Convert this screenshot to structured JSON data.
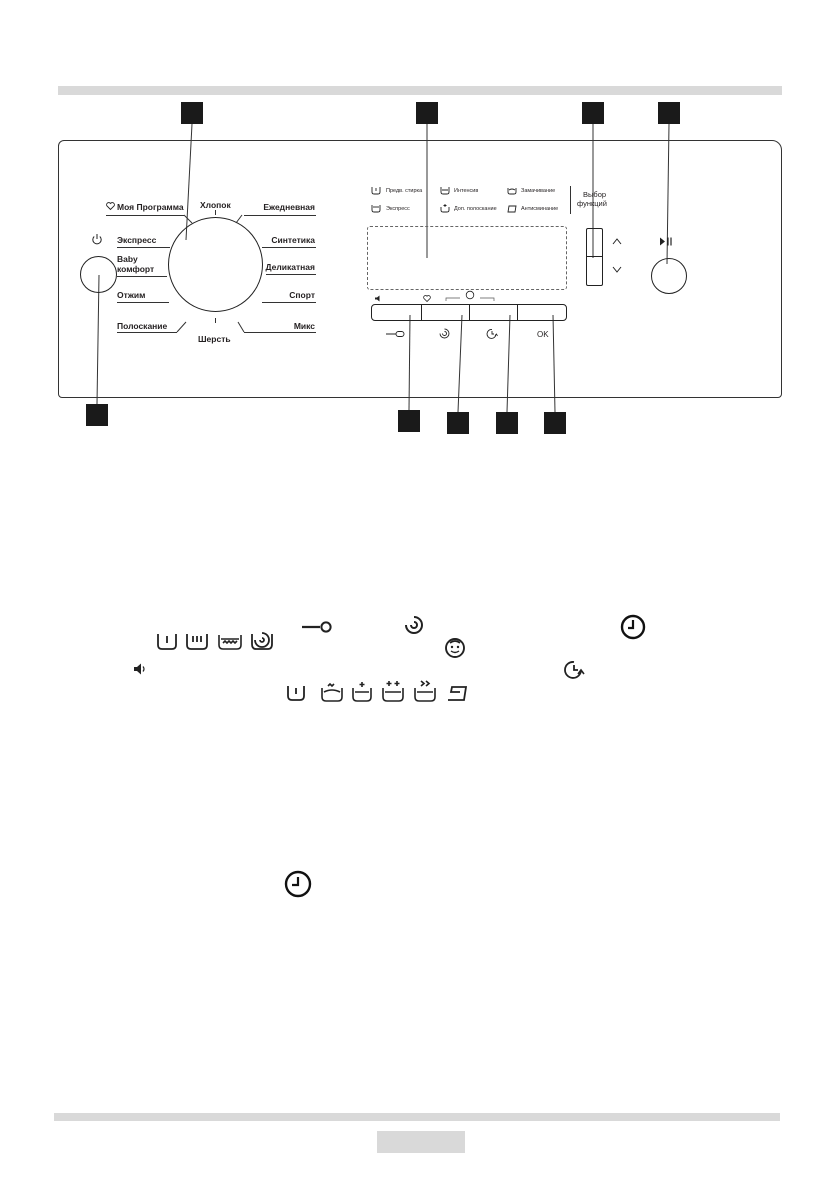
{
  "dial": {
    "left_items": [
      "Моя Программа",
      "Экспресс",
      "Baby комфорт",
      "Отжим",
      "Полоскание"
    ],
    "top_item": "Хлопок",
    "bottom_item": "Шерсть",
    "right_items": [
      "Ежедневная",
      "Синтетика",
      "Деликатная",
      "Спорт",
      "Микс"
    ]
  },
  "baby_line1": "Baby",
  "baby_line2": "комфорт",
  "options_legend": {
    "col1": [
      "Предв. стирка",
      "Экспресс"
    ],
    "col2": [
      "Интенсив",
      "Доп. полоскание"
    ],
    "col3": [
      "Замачивание",
      "Антисминание"
    ]
  },
  "function_select": {
    "line1": "Выбор",
    "line2": "функций"
  },
  "ok_label": "OK",
  "icons": {
    "power": "power-icon",
    "heart": "heart-icon",
    "start_pause": "play-pause-icon",
    "arrow_up": "chevron-up-icon",
    "arrow_down": "chevron-down-icon",
    "temperature": "temperature-icon",
    "spin": "spin-icon",
    "delay": "delay-timer-icon",
    "child_lock": "child-face-icon",
    "sound": "speaker-icon",
    "clock": "clock-icon"
  },
  "colors": {
    "gray_bar": "#d9d9d9",
    "ink": "#231f20",
    "callout": "#1a1a1a"
  }
}
